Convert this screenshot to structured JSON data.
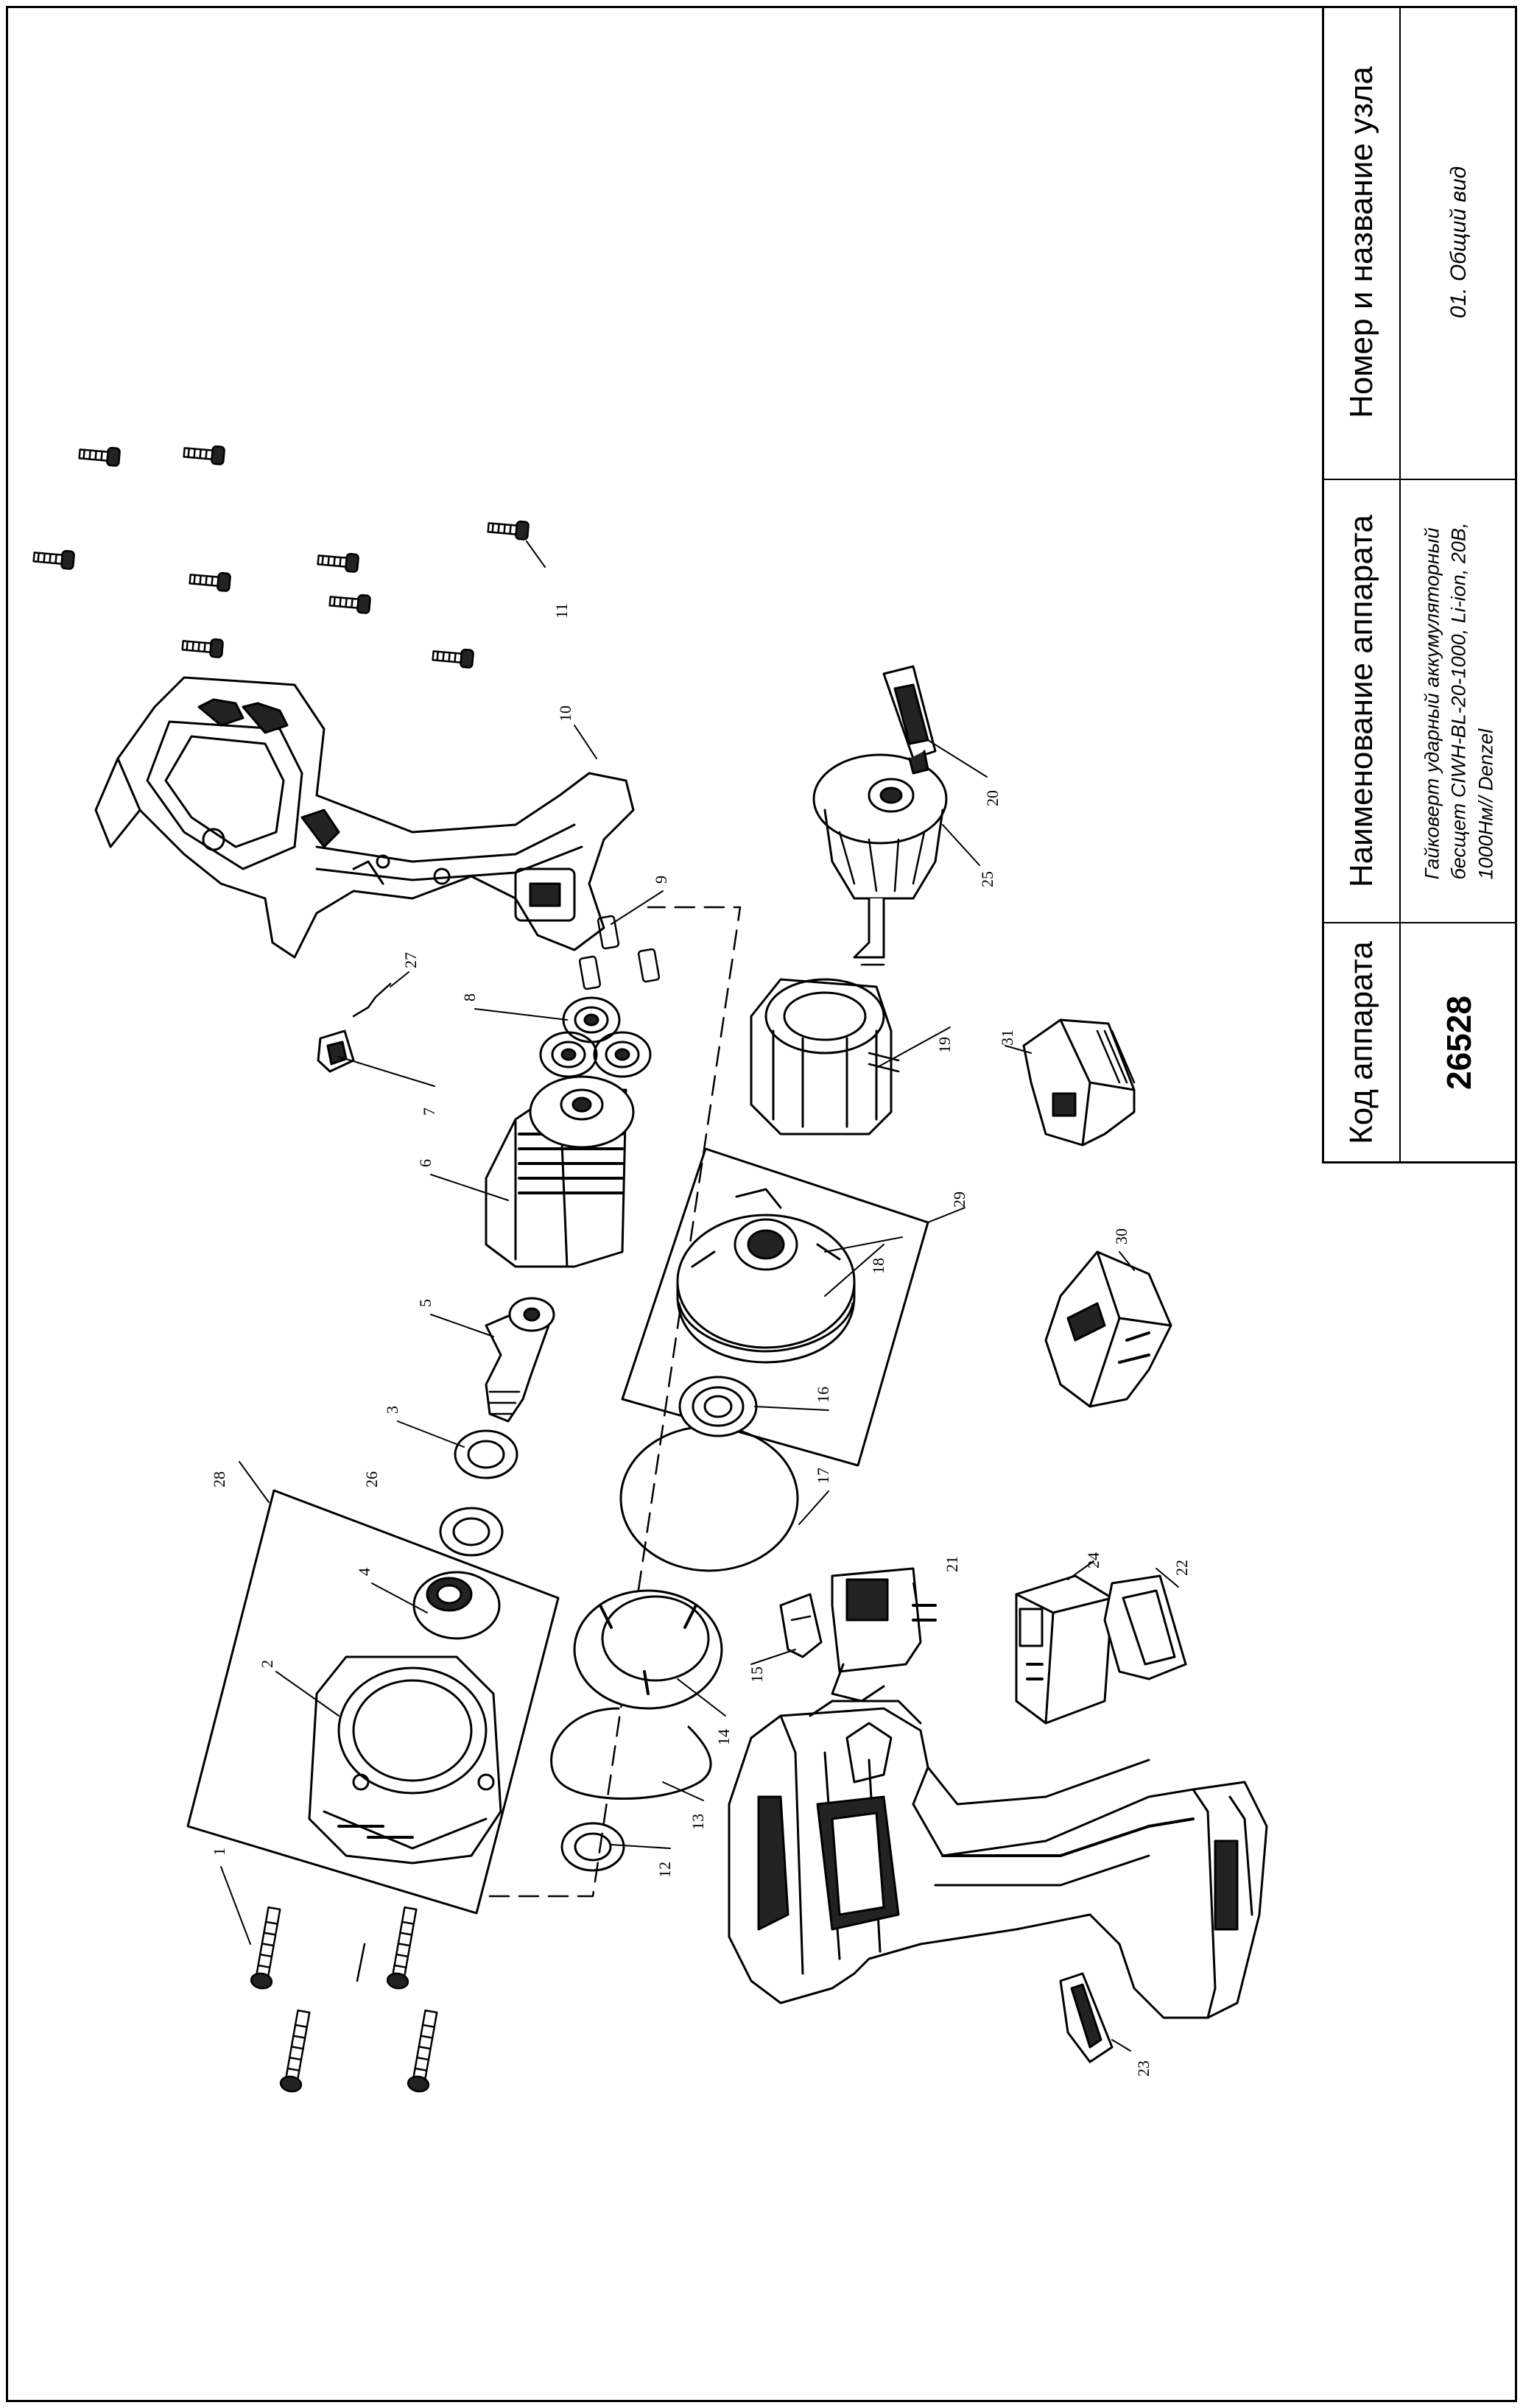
{
  "title_block": {
    "code_header": "Код аппарата",
    "code_value": "26528",
    "name_header": "Наименование аппарата",
    "name_lines": [
      "Гайковерт ударный аккумуляторный",
      "бесщет CIWH-BL-20-1000, Li-ion, 20В,",
      "1000Нм// Denzel"
    ],
    "node_header": "Номер и название узла",
    "node_value": "01. Общий вид"
  },
  "part_numbers": [
    "1",
    "2",
    "3",
    "4",
    "5",
    "6",
    "7",
    "8",
    "9",
    "10",
    "11",
    "12",
    "13",
    "14",
    "15",
    "16",
    "17",
    "18",
    "19",
    "20",
    "21",
    "22",
    "23",
    "24",
    "25",
    "26",
    "27",
    "28",
    "29",
    "30",
    "31"
  ]
}
